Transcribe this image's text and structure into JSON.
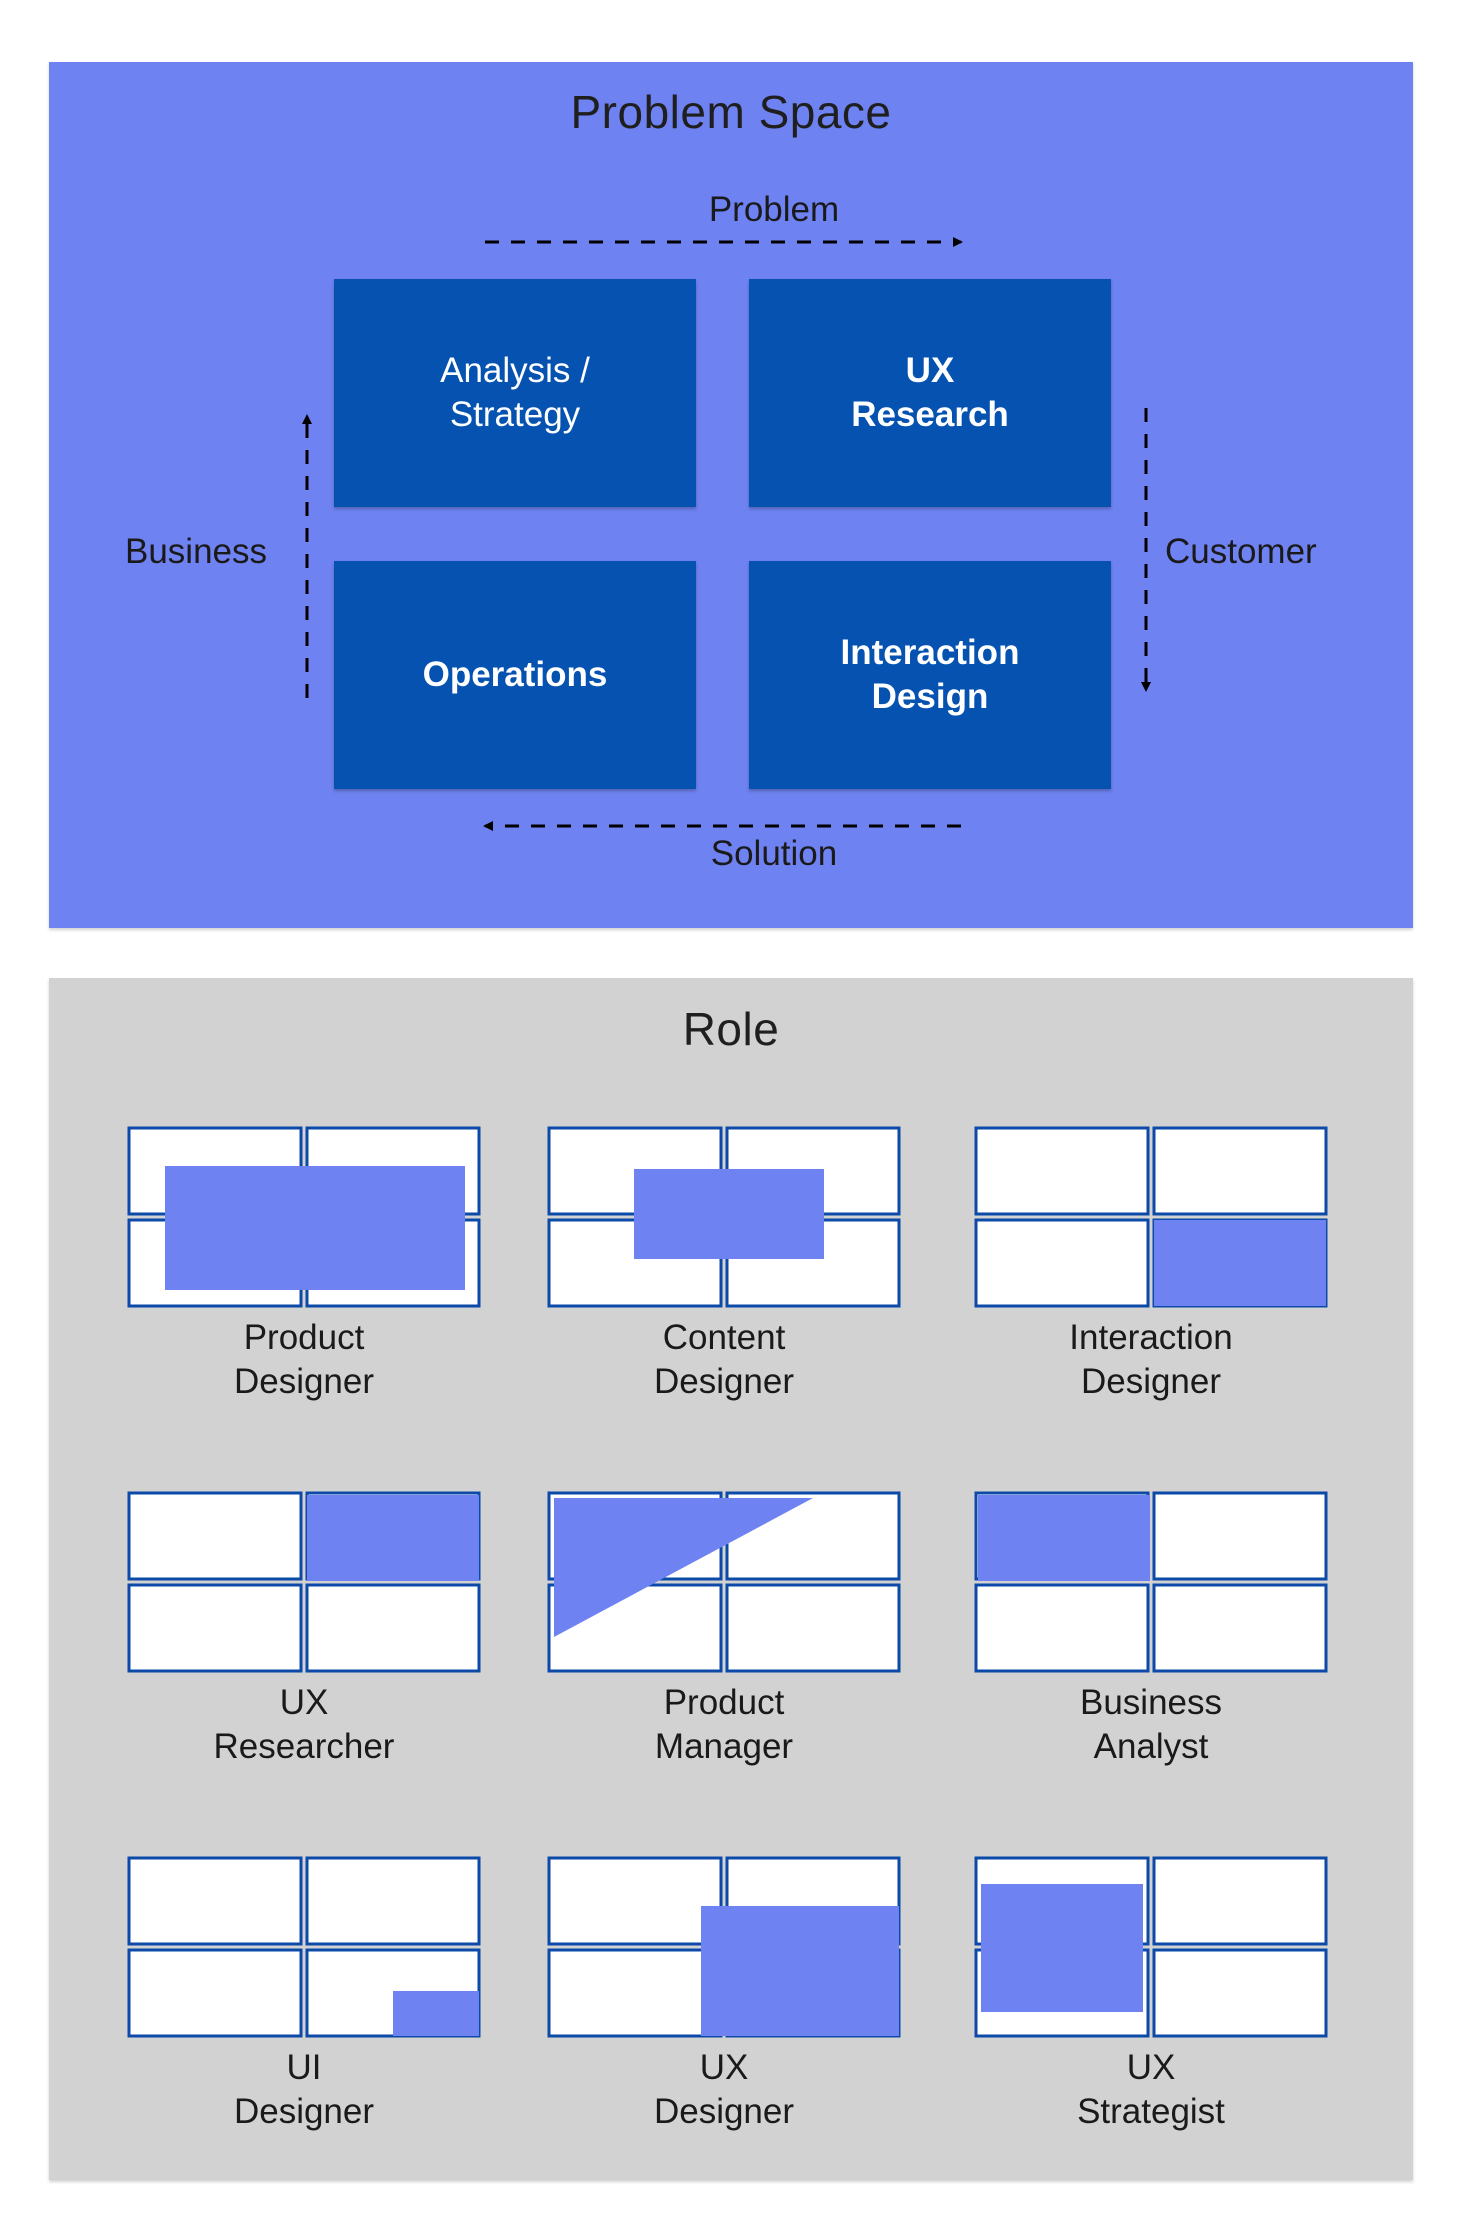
{
  "problem_space": {
    "title": "Problem Space",
    "arrows": {
      "top": "Problem",
      "right": "Customer",
      "bottom": "Solution",
      "left": "Business"
    },
    "tiles": [
      {
        "label": "Analysis /\nStrategy"
      },
      {
        "label": "UX\nResearch"
      },
      {
        "label": "Operations"
      },
      {
        "label": "Interaction\nDesign"
      }
    ]
  },
  "role": {
    "title": "Role",
    "roles": [
      {
        "label": "Product\nDesigner"
      },
      {
        "label": "Content\nDesigner"
      },
      {
        "label": "Interaction\nDesigner"
      },
      {
        "label": "UX\nResearcher"
      },
      {
        "label": "Product\nManager"
      },
      {
        "label": "Business\nAnalyst"
      },
      {
        "label": "UI\nDesigner"
      },
      {
        "label": "UX\nDesigner"
      },
      {
        "label": "UX\nStrategist"
      }
    ]
  },
  "colors": {
    "problem_panel": "#6f82f1",
    "role_panel": "#d3d2d2",
    "tile": "#0552b1",
    "highlight": "#6f82f1",
    "grid_border": "#0b4aa8"
  }
}
